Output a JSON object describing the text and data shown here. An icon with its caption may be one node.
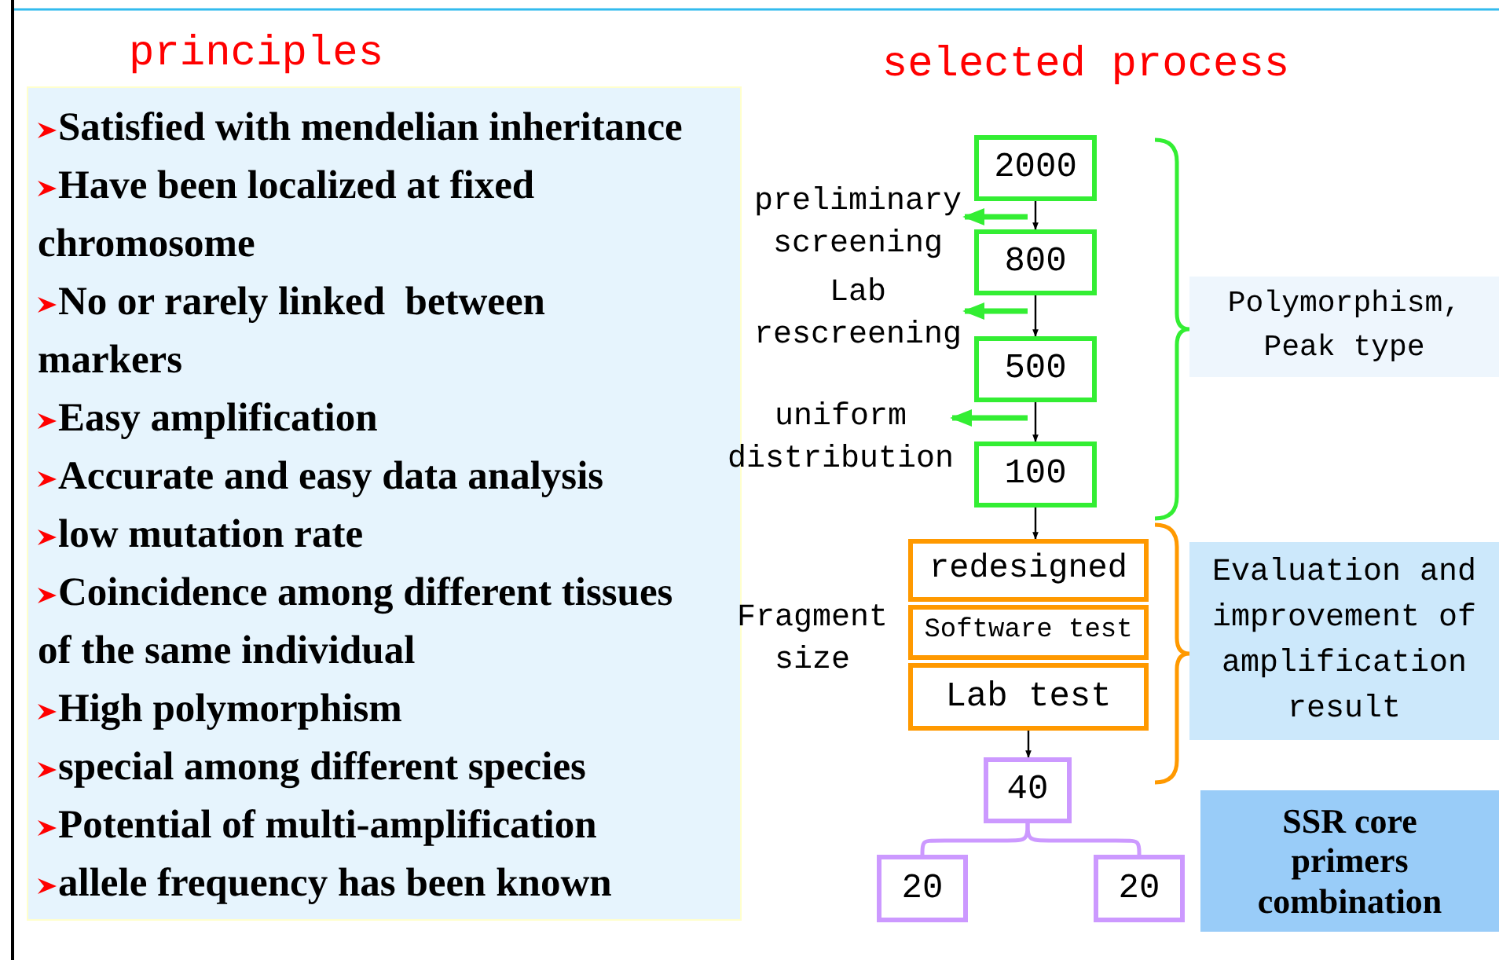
{
  "diagram": {
    "nodes": [
      {
        "text": [
          "principles",
          "Satisfied with mendelian inheritance",
          "Have been localized at fixed chromosome",
          "No or rarely linked  between markers",
          "Easy amplification",
          "Accurate and easy data analysis",
          "low mutation rate",
          "Coincidence among different tissues of the same individual",
          "High polymorphism",
          "special among different species",
          "Potential of multi-amplification",
          "allele frequency has been known"
        ]
      },
      {
        "text": [
          "2000"
        ]
      },
      {
        "text": [
          "800"
        ]
      },
      {
        "text": [
          "500"
        ]
      },
      {
        "text": [
          "100"
        ]
      },
      {
        "text": [
          "preliminary screening"
        ]
      },
      {
        "text": [
          "Lab rescreening"
        ]
      },
      {
        "text": [
          "uniform distribution"
        ]
      },
      {
        "text": [
          "redesigned"
        ]
      },
      {
        "text": [
          "Software test"
        ]
      },
      {
        "text": [
          "Lab test"
        ]
      },
      {
        "text": [
          "40"
        ]
      },
      {
        "text": [
          "20"
        ]
      },
      {
        "text": [
          "20"
        ]
      },
      {
        "text": [
          "Polymorphism, Peak type"
        ]
      },
      {
        "text": [
          "Evaluation and improvement of amplification result"
        ]
      },
      {
        "text": [
          "SSR core primers combination"
        ]
      }
    ],
    "edges": [
      {
        "from": 1,
        "to": 2,
        "arrow": "to"
      },
      {
        "from": 2,
        "to": 3,
        "arrow": "to"
      },
      {
        "from": 3,
        "to": 4,
        "arrow": "to"
      },
      {
        "from": 4,
        "to": 8,
        "arrow": "to"
      },
      {
        "from": 10,
        "to": 11,
        "arrow": "to"
      },
      {
        "from": 1,
        "to": 5,
        "arrow": "to",
        "style": "thick",
        "color": "#33ee33"
      },
      {
        "from": 2,
        "to": 6,
        "arrow": "to",
        "style": "thick",
        "color": "#33ee33"
      },
      {
        "from": 3,
        "to": 7,
        "arrow": "to",
        "style": "thick",
        "color": "#33ee33"
      },
      {
        "from": 11,
        "to": 12,
        "arrow": "none",
        "color": "#cc99ff"
      },
      {
        "from": 11,
        "to": 13,
        "arrow": "none",
        "color": "#cc99ff"
      }
    ],
    "labels": [
      "selected process",
      "Fragment size"
    ]
  }
}
